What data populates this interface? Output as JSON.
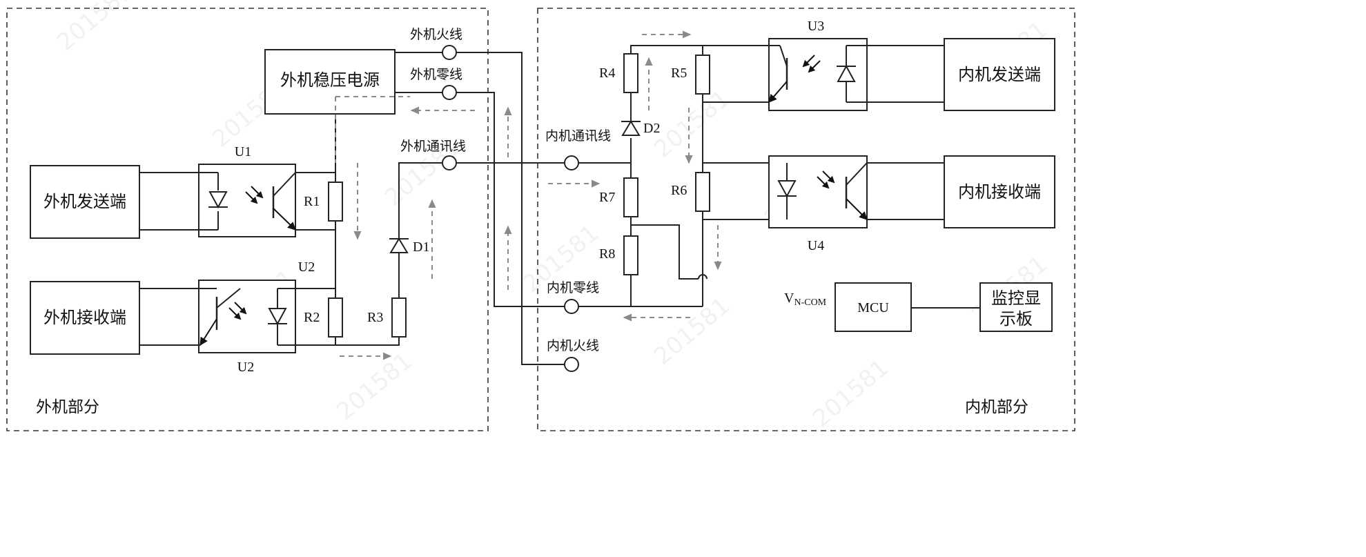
{
  "sections": {
    "outdoor": "外机部分",
    "indoor": "内机部分"
  },
  "blocks": {
    "outdoor_power": "外机稳压电源",
    "outdoor_send": "外机发送端",
    "outdoor_recv": "外机接收端",
    "indoor_send": "内机发送端",
    "indoor_recv": "内机接收端",
    "mcu": "MCU",
    "monitor_line1": "监控显",
    "monitor_line2": "示板"
  },
  "components": {
    "u1": "U1",
    "u2_top": "U2",
    "u2_bottom": "U2",
    "u3": "U3",
    "u4": "U4",
    "r1": "R1",
    "r2": "R2",
    "r3": "R3",
    "r4": "R4",
    "r5": "R5",
    "r6": "R6",
    "r7": "R7",
    "r8": "R8",
    "d1": "D1",
    "d2": "D2"
  },
  "nets": {
    "outdoor_live": "外机火线",
    "outdoor_neutral": "外机零线",
    "outdoor_comm": "外机通讯线",
    "indoor_comm": "内机通讯线",
    "indoor_neutral": "内机零线",
    "indoor_live": "内机火线",
    "vn_com_main": "V",
    "vn_com_sub": "N-COM"
  },
  "watermark": "201581",
  "colors": {
    "line": "#222222",
    "flow_arrow": "#8a8a8a",
    "background": "#ffffff"
  }
}
